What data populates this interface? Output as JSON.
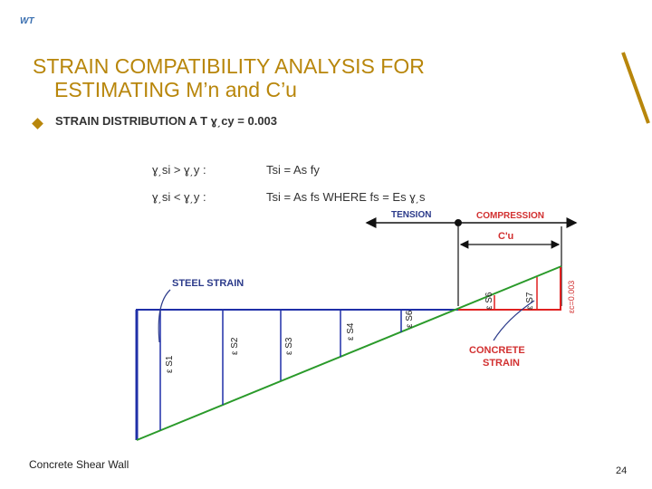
{
  "header": {
    "logo_text": "WT"
  },
  "title": {
    "line1": "STRAIN COMPATIBILITY ANALYSIS FOR",
    "line2": "ESTIMATING M’n and C’u"
  },
  "bullet": {
    "text": "STRAIN DISTRIBUTION A T ɣ͵cy = 0.003"
  },
  "conditions": [
    {
      "left": "ɣ͵si > ɣ͵y  :",
      "right": "Tsi = As fy"
    },
    {
      "left": "ɣ͵si < ɣ͵y  :",
      "right": "Tsi = As fs   WHERE  fs = Es ɣ͵s"
    }
  ],
  "diagram": {
    "tension_label": "TENSION",
    "compression_label": "COMPRESSION",
    "cu_label": "C'u",
    "steel_strain_label": "STEEL STRAIN",
    "concrete_strain_label_1": "CONCRETE",
    "concrete_strain_label_2": "STRAIN",
    "strain_labels": [
      "ε S1",
      "ε S2",
      "ε S3",
      "ε S4",
      "ε S6",
      "ε S6",
      "ε S7",
      "εc=0.003"
    ],
    "colors": {
      "accent": "#b8860b",
      "red": "#e02020",
      "blue": "#1f2fa8",
      "green": "#2a9a2a"
    }
  },
  "footer": {
    "left": "Concrete Shear Wall",
    "page": "24"
  }
}
